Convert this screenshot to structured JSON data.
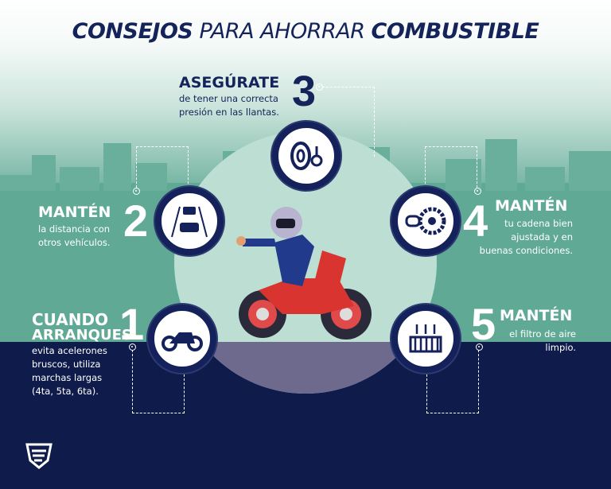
{
  "title": {
    "bold1": "CONSEJOS",
    "normal": "PARA AHORRAR",
    "bold2": "COMBUSTIBLE"
  },
  "tips": [
    {
      "number": "1",
      "heading": "CUANDO",
      "heading2": "ARRANQUES",
      "lines": [
        "evita acelerones",
        "bruscos, utiliza",
        "marchas largas",
        "(4ta, 5ta, 6ta)."
      ],
      "icon": "motorcycle-icon"
    },
    {
      "number": "2",
      "heading": "MANTÉN",
      "lines": [
        "la distancia con",
        "otros vehículos."
      ],
      "icon": "car-distance-icon"
    },
    {
      "number": "3",
      "heading": "ASEGÚRATE",
      "lines": [
        "de tener una correcta",
        "presión en las llantas."
      ],
      "icon": "tire-pressure-icon"
    },
    {
      "number": "4",
      "heading": "MANTÉN",
      "lines": [
        "tu cadena bien",
        "ajustada y en",
        "buenas condiciones."
      ],
      "icon": "chain-sprocket-icon"
    },
    {
      "number": "5",
      "heading": "MANTÉN",
      "lines": [
        "el filtro de aire",
        "limpio."
      ],
      "icon": "air-filter-icon"
    }
  ],
  "colors": {
    "navy": "#0f1c4b",
    "teal": "#5fa995",
    "title": "#14235a"
  }
}
